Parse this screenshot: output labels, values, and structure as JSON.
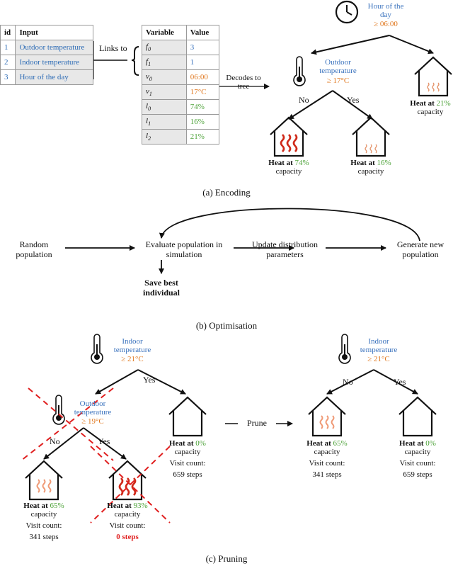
{
  "colors": {
    "blue": "#3a72bd",
    "orange": "#e0781f",
    "green": "#4ea33a",
    "red": "#e02020"
  },
  "encoding": {
    "input_table": {
      "headers": [
        "id",
        "Input"
      ],
      "rows": [
        [
          "1",
          "Outdoor temperature"
        ],
        [
          "2",
          "Indoor temperature"
        ],
        [
          "3",
          "Hour of the day"
        ]
      ]
    },
    "links_to": "Links to",
    "variable_table": {
      "headers": [
        "Variable",
        "Value"
      ],
      "rows": [
        {
          "var": "f0",
          "val": "3",
          "color": "blue"
        },
        {
          "var": "f1",
          "val": "1",
          "color": "blue"
        },
        {
          "var": "v0",
          "val": "06:00",
          "color": "orange"
        },
        {
          "var": "v1",
          "val": "17°C",
          "color": "orange"
        },
        {
          "var": "l0",
          "val": "74%",
          "color": "green"
        },
        {
          "var": "l1",
          "val": "16%",
          "color": "green"
        },
        {
          "var": "l2",
          "val": "21%",
          "color": "green"
        }
      ]
    },
    "decodes": "Decodes to tree",
    "root_feature": "Hour of the day",
    "root_threshold": "≥ 06:00",
    "node_feature": "Outdoor temperature",
    "node_threshold": "≥ 17°C",
    "no": "No",
    "yes": "Yes",
    "heat_at": "Heat at",
    "capacity": "capacity",
    "leaf_a": "74%",
    "leaf_b": "16%",
    "leaf_c": "21%",
    "caption": "(a) Encoding"
  },
  "optimisation": {
    "random": "Random population",
    "evaluate": "Evaluate population in simulation",
    "update": "Update distribution parameters",
    "generate": "Generate new population",
    "save": "Save best individual",
    "caption": "(b) Optimisation"
  },
  "pruning": {
    "root_feature": "Indoor temperature",
    "root_threshold": "≥ 21°C",
    "node_feature": "Outdoor temperature",
    "node_threshold": "≥ 19°C",
    "no": "No",
    "yes": "Yes",
    "heat_at": "Heat at",
    "capacity": "capacity",
    "visit": "Visit count:",
    "leaf_a": "65%",
    "leaf_a_steps": "341 steps",
    "leaf_b": "93%",
    "leaf_b_steps": "0 steps",
    "leaf_c": "0%",
    "leaf_c_steps": "659 steps",
    "prune": "Prune",
    "caption": "(c) Pruning"
  }
}
